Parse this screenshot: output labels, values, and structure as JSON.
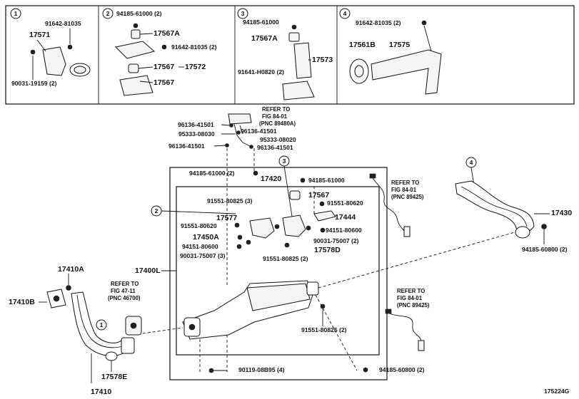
{
  "inset_panels": [
    {
      "number": "1",
      "labels": [
        "91642-81035",
        "17571",
        "90031-19159 (2)"
      ]
    },
    {
      "number": "2",
      "labels": [
        "94185-61000 (2)",
        "17567A",
        "91642-81035 (2)",
        "17567",
        "17572",
        "17567"
      ]
    },
    {
      "number": "3",
      "labels": [
        "94185-61000",
        "17567A",
        "17573",
        "91641-H0820 (2)"
      ]
    },
    {
      "number": "4",
      "labels": [
        "91642-81035 (2)",
        "17561B",
        "17575"
      ]
    }
  ],
  "top_hanger": {
    "refer": [
      "REFER TO",
      "FIG 84-01",
      "(PNC 89480A)"
    ],
    "labels": [
      "96136-41501",
      "95333-08030",
      "96136-41501",
      "95333-08020",
      "96136-41501",
      "96136-41501"
    ]
  },
  "main_group": {
    "labels": {
      "a": "94185-61000 (2)",
      "b": "17420",
      "c": "94185-61000",
      "d": "17567",
      "e": "91551-80825 (3)",
      "f": "91551-80620",
      "g": "17577",
      "h": "91551-80620",
      "i": "17444",
      "j": "17450A",
      "k": "94151-80600",
      "l": "94151-80600",
      "m": "90031-75007 (2)",
      "n": "17578D",
      "o": "90031-75007 (3)",
      "p": "91551-80825 (2)",
      "q": "17400L",
      "r": "91551-80825 (2)",
      "s": "90119-08B95 (4)",
      "t": "94185-60800 (2)"
    },
    "callouts": [
      "2",
      "3",
      "4",
      "1"
    ],
    "refer_sensor_top": [
      "REFER TO",
      "FIG 84-01",
      "(PNC 89425)"
    ],
    "refer_sensor_bottom": [
      "REFER TO",
      "FIG 84-01",
      "(PNC 89425)"
    ]
  },
  "tail_pipe": {
    "labels": [
      "17430",
      "94185-60800 (2)"
    ]
  },
  "front_pipe": {
    "labels": [
      "17410A",
      "17410B",
      "17578E",
      "17410"
    ],
    "refer": [
      "REFER TO",
      "FIG 47-11",
      "(PNC 46700)"
    ]
  },
  "diagram_code": "175224G"
}
